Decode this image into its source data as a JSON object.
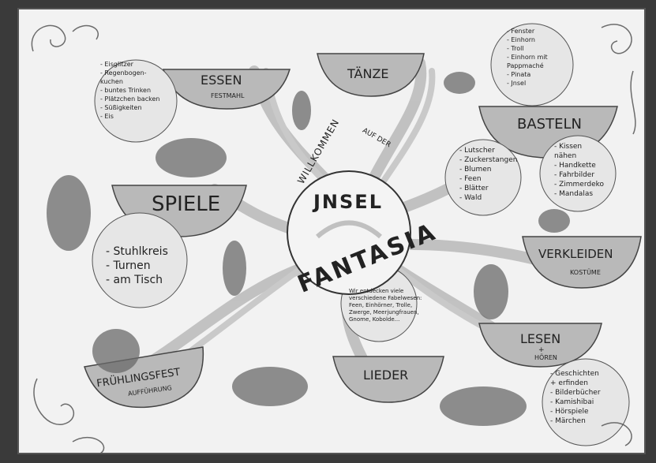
{
  "center": {
    "line1": "WILLKOMMEN",
    "line2": "AUF DER",
    "title1": "JNSEL",
    "title2": "FANTASIA"
  },
  "categories": {
    "essen": {
      "title": "ESSEN",
      "sub": "FESTMAHL"
    },
    "taenze": {
      "title": "TÄNZE"
    },
    "basteln": {
      "title": "BASTELN"
    },
    "spiele": {
      "title": "SPIELE"
    },
    "verkleiden": {
      "title": "VERKLEIDEN",
      "sub": "KOSTÜME"
    },
    "lesen": {
      "title": "LESEN",
      "plus": "+",
      "sub": "HÖREN"
    },
    "lieder": {
      "title": "LIEDER"
    },
    "fruehlingsfest": {
      "title": "FRÜHLINGSFEST",
      "sub": "AUFFÜHRUNG"
    }
  },
  "lists": {
    "essen": [
      "- Eisglitzer",
      "- Regenbogen-",
      "kuchen",
      "- buntes Trinken",
      "- Plätzchen backen",
      "- Süßigkeiten",
      "- Eis"
    ],
    "taenze": [
      "- Fenster",
      "- Einhorn",
      "- Troll",
      "- Einhorn mit",
      "Pappmaché",
      "- Pinata",
      "- Jnsel"
    ],
    "basteln_left": [
      "- Lutscher",
      "- Zuckerstangen",
      "- Blumen",
      "- Feen",
      "- Blätter",
      "- Wald"
    ],
    "basteln_right": [
      "- Kissen",
      "nähen",
      "- Handkette",
      "- Fahrbilder",
      "- Zimmerdeko",
      "- Mandalas"
    ],
    "spiele": [
      "- Stuhlkreis",
      "- Turnen",
      "- am Tisch"
    ],
    "fantasie": [
      "Wir entdecken viele",
      "verschiedene Fabelwesen:",
      "Feen, Einhörner, Trolle,",
      "Zwerge, Meerjungfrauen,",
      "Gnome, Kobolde..."
    ],
    "lesen": [
      "- Geschichten",
      "+ erfinden",
      "- Bilderbücher",
      "- Kamishibai",
      "- Hörspiele",
      "- Märchen"
    ]
  },
  "colors": {
    "paper": "#f2f2f2",
    "bowl": "#b9b9b9",
    "ink": "#222222",
    "circle": "#e6e6e6"
  }
}
